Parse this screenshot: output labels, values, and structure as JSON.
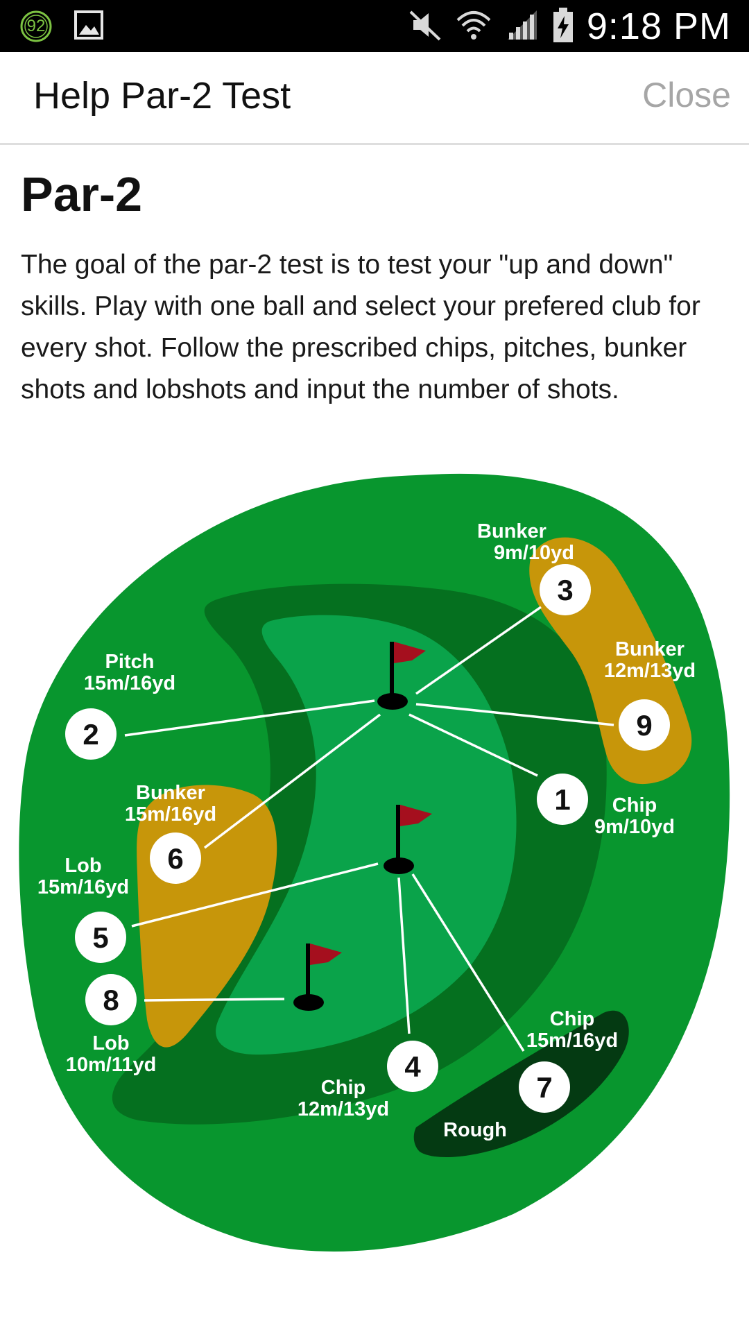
{
  "status_bar": {
    "notification_badge": "92",
    "time": "9:18 PM",
    "icons": [
      "notification-92-icon",
      "image-icon",
      "mute-icon",
      "wifi-icon",
      "signal-icon",
      "battery-charging-icon"
    ]
  },
  "app_bar": {
    "title": "Help Par-2 Test",
    "close_label": "Close"
  },
  "content": {
    "heading": "Par-2",
    "description": "The goal of the par-2 test is to test your \"up and down\" skills. Play with one ball and select your prefered club for every shot. Follow the prescribed chips, pitches, bunker shots and lobshots and input the number of shots."
  },
  "diagram": {
    "stations": [
      {
        "number": "1",
        "type": "Chip",
        "distance": "9m/10yd"
      },
      {
        "number": "2",
        "type": "Pitch",
        "distance": "15m/16yd"
      },
      {
        "number": "3",
        "type": "Bunker",
        "distance": "9m/10yd"
      },
      {
        "number": "4",
        "type": "Chip",
        "distance": "12m/13yd"
      },
      {
        "number": "5",
        "type": "Lob",
        "distance": "15m/16yd"
      },
      {
        "number": "6",
        "type": "Bunker",
        "distance": "15m/16yd"
      },
      {
        "number": "7",
        "type": "Chip",
        "distance": "15m/16yd"
      },
      {
        "number": "8",
        "type": "Lob",
        "distance": "10m/11yd"
      },
      {
        "number": "9",
        "type": "Bunker",
        "distance": "12m/13yd"
      }
    ],
    "rough_label": "Rough",
    "colors": {
      "fairway": "#08962e",
      "fringe": "#05701f",
      "green": "#0aa34a",
      "bunker": "#c7960a",
      "rough": "#043a12",
      "flag": "#a50f1e"
    }
  }
}
